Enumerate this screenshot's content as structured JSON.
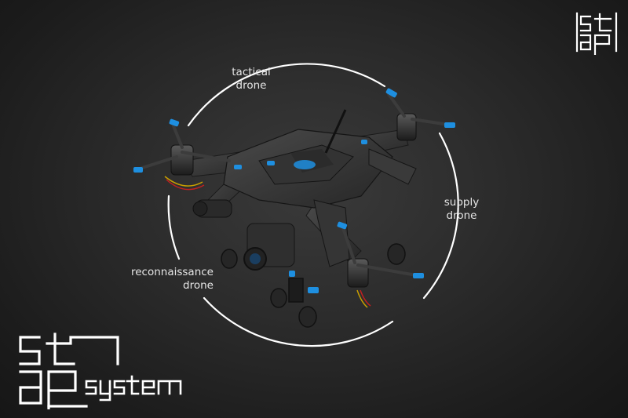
{
  "labels": {
    "tactical": [
      "tactical",
      "drone"
    ],
    "supply": [
      "supply",
      "drone"
    ],
    "reconnaissance": [
      "reconnaissance",
      "drone"
    ]
  },
  "logo": {
    "corner_text": "stap",
    "main_text": "stap",
    "main_suffix": "system"
  },
  "colors": {
    "background": "#2a2a2a",
    "ring": "#ffffff",
    "accent": "#1e8fe0",
    "drone_body": "#3d3d3d",
    "text": "#e6e6e6"
  }
}
